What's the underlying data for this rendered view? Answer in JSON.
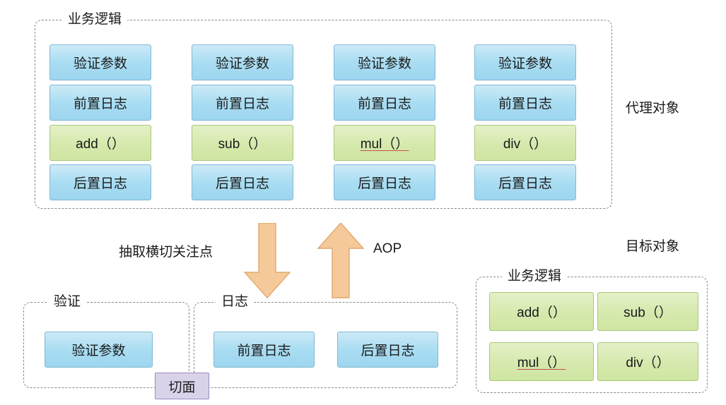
{
  "diagram": {
    "title_proxy": "代理对象",
    "title_target": "目标对象",
    "label_extract": "抽取横切关注点",
    "label_aop": "AOP",
    "label_aspect": "切面"
  },
  "proxy_group": {
    "title": "业务逻辑",
    "columns": [
      {
        "rows": [
          "验证参数",
          "前置日志",
          "add（）",
          "后置日志"
        ]
      },
      {
        "rows": [
          "验证参数",
          "前置日志",
          "sub（）",
          "后置日志"
        ]
      },
      {
        "rows": [
          "验证参数",
          "前置日志",
          "mul（）",
          "后置日志"
        ]
      },
      {
        "rows": [
          "验证参数",
          "前置日志",
          "div（）",
          "后置日志"
        ]
      }
    ]
  },
  "validate_group": {
    "title": "验证",
    "items": [
      "验证参数"
    ]
  },
  "log_group": {
    "title": "日志",
    "items": [
      "前置日志",
      "后置日志"
    ]
  },
  "target_group": {
    "title": "业务逻辑",
    "items": [
      "add（）",
      "sub（）",
      "mul（）",
      "div（）"
    ]
  },
  "colors": {
    "blue": "#a9ddf2",
    "green": "#d6e9ad",
    "purple": "#d9d2e9",
    "arrow": "#f2c396",
    "dash": "#8a8a8a"
  }
}
